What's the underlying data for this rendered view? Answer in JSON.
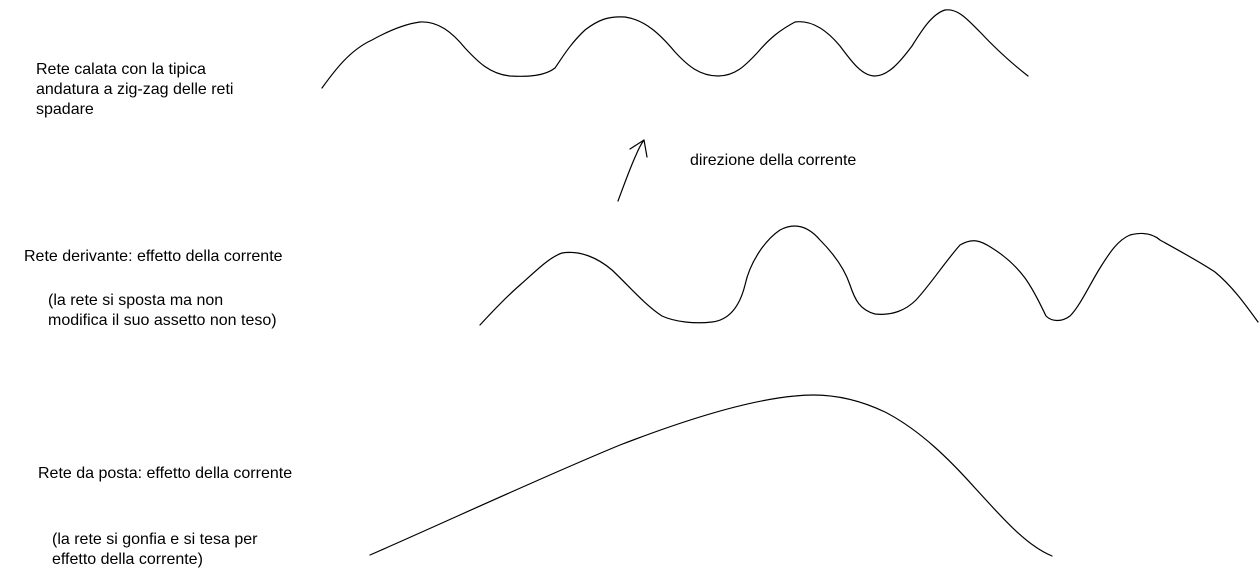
{
  "labels": {
    "zigzag_net": [
      "Rete calata con la tipica",
      "andatura a zig-zag delle reti",
      "spadare"
    ],
    "current_direction": "direzione della corrente",
    "drifting_net": {
      "title": "Rete derivante: effetto della corrente",
      "note": [
        "(la rete si sposta ma non",
        "modifica il suo assetto non teso)"
      ]
    },
    "set_net": {
      "title": "Rete da posta: effetto della corrente",
      "note": [
        "(la rete si gonfia e si tesa per",
        "effetto della corrente)"
      ]
    }
  },
  "colors": {
    "background": "#ffffff",
    "ink": "#000000"
  }
}
